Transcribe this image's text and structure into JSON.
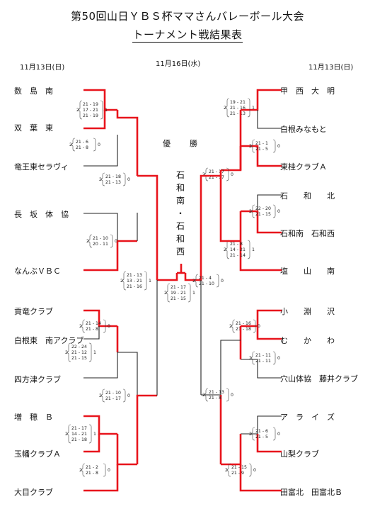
{
  "header": {
    "title": "第50回山日ＹＢＳ杯ママさんバレーボール大会",
    "subtitle": "トーナメント戦結果表"
  },
  "dates": {
    "left": "11月13日(日)",
    "center": "11月16日(水)",
    "right": "11月13日(日)"
  },
  "final": {
    "label_a": "優",
    "label_b": "勝",
    "winner_chars": [
      "石",
      "和",
      "南",
      "・",
      "石",
      "和",
      "西"
    ]
  },
  "teams_left": [
    {
      "name": "数　島　南",
      "won": true
    },
    {
      "name": "双　葉　東",
      "won": true
    },
    {
      "name": "竜王東セラヴィ",
      "won": false
    },
    {
      "name": "長　坂　体　協",
      "won": false
    },
    {
      "name": "なんぶＶＢＣ",
      "won": true
    },
    {
      "name": "貢竜クラブ",
      "won": true
    },
    {
      "name": "白根東　南アクラブ",
      "won": true
    },
    {
      "name": "四方津クラブ",
      "won": false
    },
    {
      "name": "増　穂　Ｂ",
      "won": true
    },
    {
      "name": "玉幡クラブＡ",
      "won": true
    },
    {
      "name": "大目クラブ",
      "won": true
    }
  ],
  "teams_right": [
    {
      "name": "甲　西　大　明",
      "won": true
    },
    {
      "name": "白根みなもと",
      "won": false
    },
    {
      "name": "東桂クラブＡ",
      "won": true
    },
    {
      "name": "石　　和　　北",
      "won": false
    },
    {
      "name": "石和南　石和西",
      "won": true
    },
    {
      "name": "塩　　山　　南",
      "won": true
    },
    {
      "name": "小　　淵　　沢",
      "won": true
    },
    {
      "name": "む　　か　　わ",
      "won": true
    },
    {
      "name": "穴山体協　藤井クラブ",
      "won": false
    },
    {
      "name": "ア　ラ　イ　ズ",
      "won": false
    },
    {
      "name": "山梨クラブ",
      "won": true
    },
    {
      "name": "田富北　田富北Ｂ",
      "won": true
    }
  ],
  "scores": {
    "l_r1a": {
      "left": "2",
      "sets": [
        "21 - 19",
        "17 - 21",
        "21 - 19"
      ],
      "right": "1"
    },
    "l_r1b": {
      "left": "2",
      "sets": [
        "21 - 6",
        "21 - 8"
      ],
      "right": "0"
    },
    "l_r2a": {
      "left": "2",
      "sets": [
        "21 - 18",
        "21 - 13"
      ],
      "right": "0"
    },
    "l_r1c": {
      "left": "2",
      "sets": [
        "21 - 10",
        "20 - 11"
      ],
      "right": "0"
    },
    "l_r3a": {
      "left": "2",
      "sets": [
        "21 - 13",
        "13 - 21",
        "21 - 16"
      ],
      "right": "1"
    },
    "l_r1d": {
      "left": "2",
      "sets": [
        "21 - 14",
        "21 - 8"
      ],
      "right": "0"
    },
    "l_r1e": {
      "left": "2",
      "sets": [
        "22 - 24",
        "21 - 12",
        "21 - 15"
      ],
      "right": "1"
    },
    "l_r2b": {
      "left": "2",
      "sets": [
        "21 - 10",
        "21 - 17"
      ],
      "right": "0"
    },
    "l_r1f": {
      "left": "2",
      "sets": [
        "21 - 17",
        "14 - 21",
        "21 - 18"
      ],
      "right": "1"
    },
    "l_r1g": {
      "left": "2",
      "sets": [
        "21 - 2",
        "21 - 8"
      ],
      "right": "0"
    },
    "l_semi": {
      "left": "2",
      "sets": [
        "21 - 17",
        "19 - 21",
        "21 - 15"
      ],
      "right": "1"
    },
    "r_r1a": {
      "left": "2",
      "sets": [
        "19 - 21",
        "21 - 16",
        "21 - 13"
      ],
      "right": "1"
    },
    "r_r1b": {
      "left": "2",
      "sets": [
        "21 - 1",
        "21 - 5"
      ],
      "right": "0"
    },
    "r_r2a": {
      "left": "2",
      "sets": [
        "21 - 17",
        "21 - 17"
      ],
      "right": "0"
    },
    "r_r1c": {
      "left": "2",
      "sets": [
        "22 - 20",
        "21 - 15"
      ],
      "right": "0"
    },
    "r_r1d": {
      "left": "2",
      "sets": [
        "21 - 8",
        "14 - 21",
        "21 - 14"
      ],
      "right": "1"
    },
    "r_semi": {
      "left": "2",
      "sets": [
        "21 - 4",
        "21 - 10"
      ],
      "right": "0"
    },
    "r_r1e": {
      "left": "2",
      "sets": [
        "21 - 16",
        "21 - 18"
      ],
      "right": "0"
    },
    "r_r1f": {
      "left": "2",
      "sets": [
        "21 - 11",
        "21 - 11"
      ],
      "right": "0"
    },
    "r_r2b": {
      "left": "2",
      "sets": [
        "21 - 13",
        "21 - 8"
      ],
      "right": "0"
    },
    "r_r1g": {
      "left": "2",
      "sets": [
        "21 - 6",
        "21 - 5"
      ],
      "right": "0"
    },
    "r_r1h": {
      "left": "2",
      "sets": [
        "21 - 15",
        "21 - 9"
      ],
      "right": "0"
    }
  },
  "colors": {
    "win": "#e8141c",
    "lose": "#222222"
  }
}
